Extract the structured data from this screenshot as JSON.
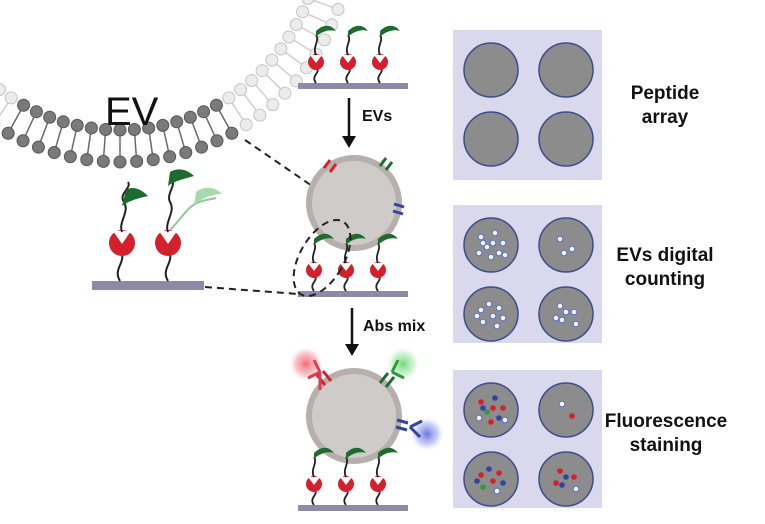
{
  "labels": {
    "ev": "EV",
    "step_evs": "EVs",
    "step_abs": "Abs mix",
    "panel1_line1": "Peptide",
    "panel1_line2": "array",
    "panel2_line1": "EVs digital",
    "panel2_line2": "counting",
    "panel3_line1": "Fluorescence",
    "panel3_line2": "staining"
  },
  "colors": {
    "panel_bg": "#d9d8ec",
    "well_fill": "#8c8c8c",
    "well_stroke": "#3e4c8c",
    "ev_fill": "#cfcbc8",
    "substrate": "#8e8aa6",
    "peptide_red": "#d4202a",
    "peptide_green": "#1f6b2e",
    "ab_red": "#e23a4a",
    "ab_green": "#2f9a3c",
    "ab_blue": "#3045a0",
    "dot_white": "#f4f6ff",
    "dot_outline": "#5b6fd0"
  }
}
